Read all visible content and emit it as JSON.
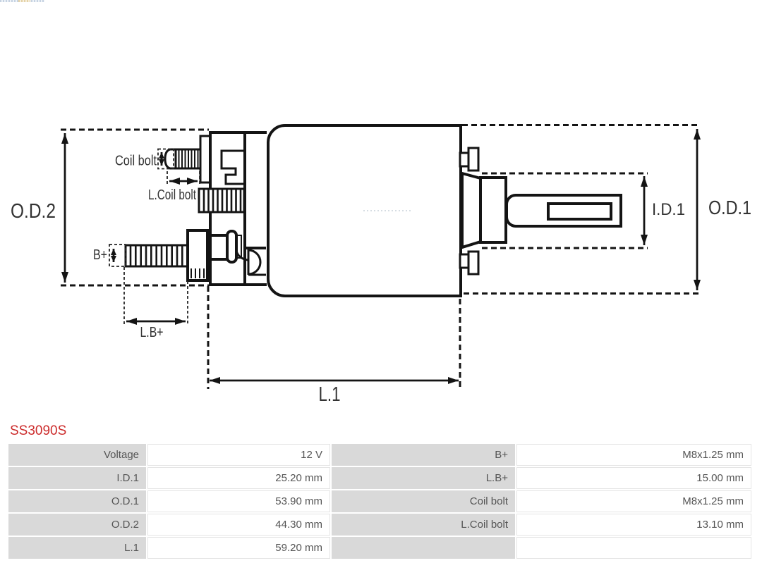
{
  "part_number": "SS3090S",
  "accent_color": "#cc2b2b",
  "table_label_bg": "#d9d9d9",
  "diagram": {
    "labels": {
      "od2": "O.D.2",
      "od1": "O.D.1",
      "id1": "I.D.1",
      "l1": "L.1",
      "lb_plus": "L.B+",
      "b_plus": "B+",
      "coil_bolt": "Coil bolt",
      "l_coil_bolt": "L.Coil bolt"
    }
  },
  "spec_table": {
    "rows": [
      {
        "label1": "Voltage",
        "value1": "12 V",
        "label2": "B+",
        "value2": "M8x1.25 mm"
      },
      {
        "label1": "I.D.1",
        "value1": "25.20 mm",
        "label2": "L.B+",
        "value2": "15.00 mm"
      },
      {
        "label1": "O.D.1",
        "value1": "53.90 mm",
        "label2": "Coil bolt",
        "value2": "M8x1.25 mm"
      },
      {
        "label1": "O.D.2",
        "value1": "44.30 mm",
        "label2": "L.Coil bolt",
        "value2": "13.10 mm"
      },
      {
        "label1": "L.1",
        "value1": "59.20 mm",
        "label2": "",
        "value2": ""
      }
    ]
  }
}
